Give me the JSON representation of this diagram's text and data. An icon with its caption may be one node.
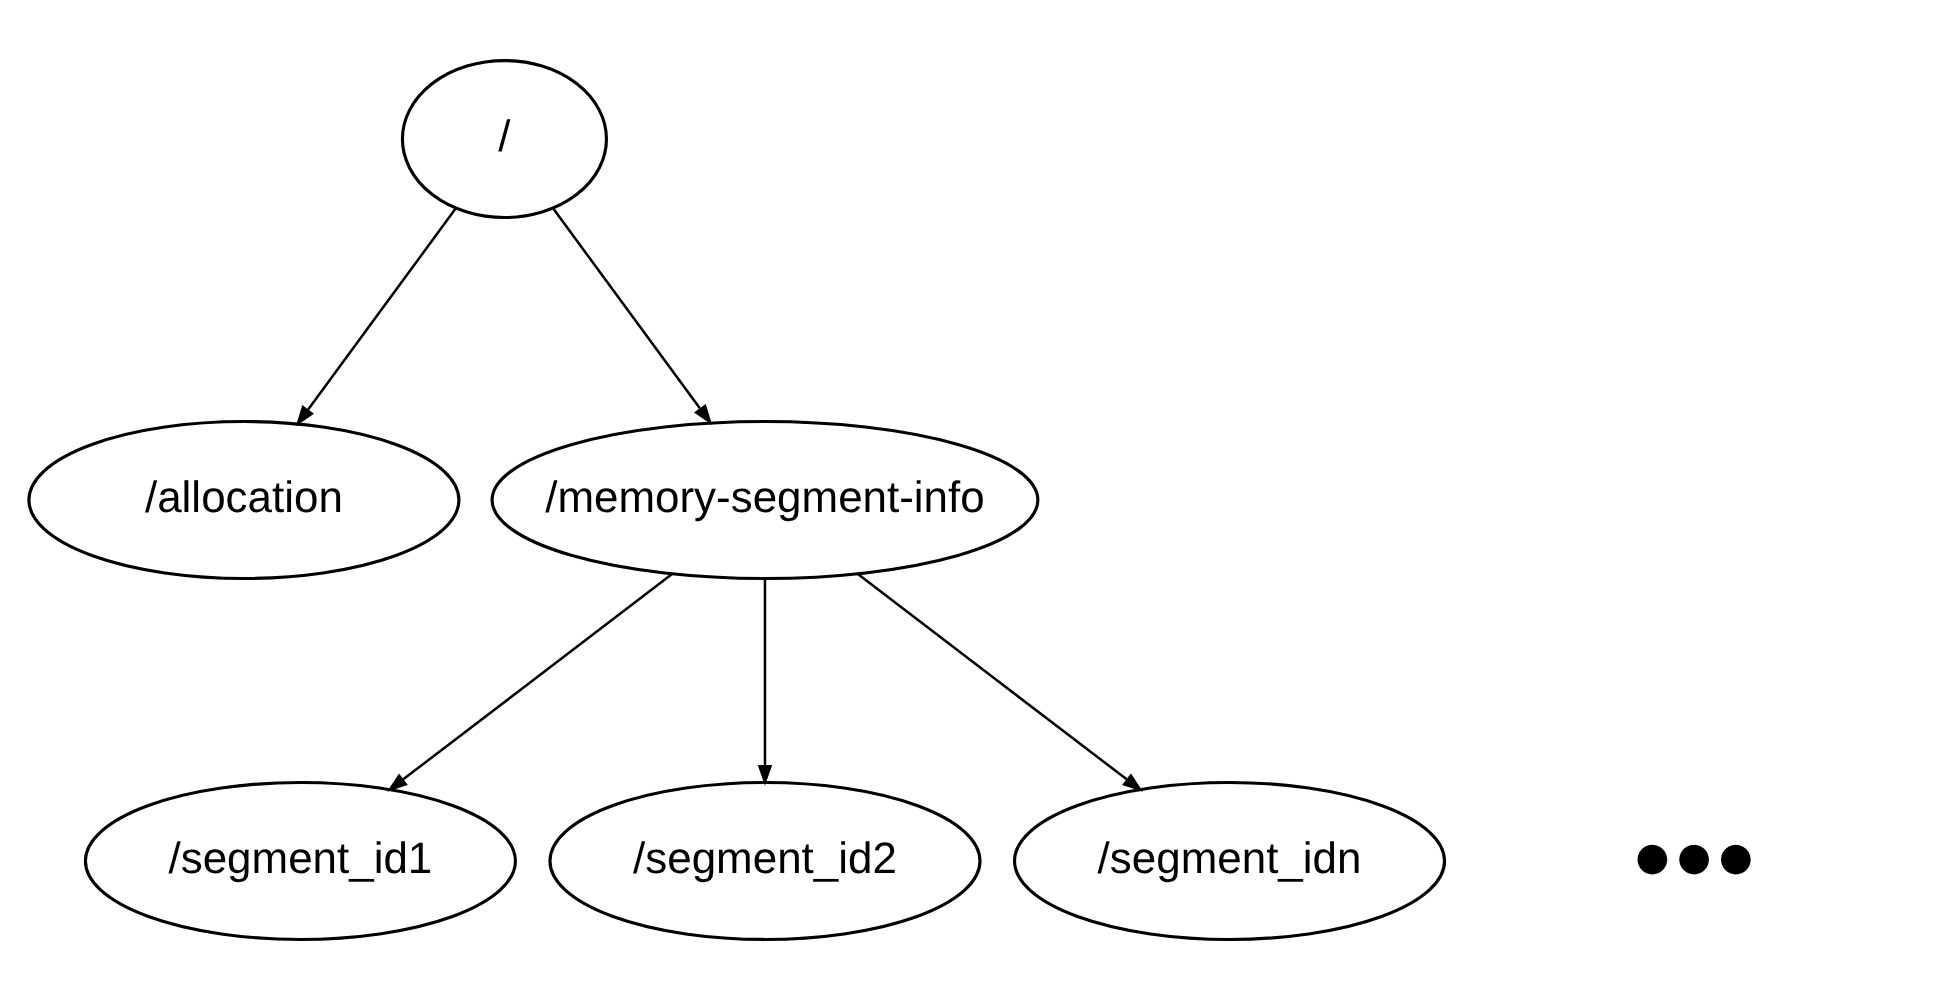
{
  "diagram": {
    "nodes": [
      {
        "text": [
          "/"
        ]
      },
      {
        "text": [
          "/allocation"
        ]
      },
      {
        "text": [
          "/memory-segment-info"
        ]
      },
      {
        "text": [
          "/segment_id1"
        ]
      },
      {
        "text": [
          "/segment_id2"
        ]
      },
      {
        "text": [
          "/segment_idn"
        ]
      }
    ],
    "edges": [
      {
        "from": 0,
        "to": 1,
        "arrow": "to"
      },
      {
        "from": 0,
        "to": 2,
        "arrow": "to"
      },
      {
        "from": 2,
        "to": 3,
        "arrow": "to"
      },
      {
        "from": 2,
        "to": 4,
        "arrow": "to"
      },
      {
        "from": 2,
        "to": 5,
        "arrow": "to"
      }
    ],
    "labels": [
      "●●●"
    ]
  }
}
